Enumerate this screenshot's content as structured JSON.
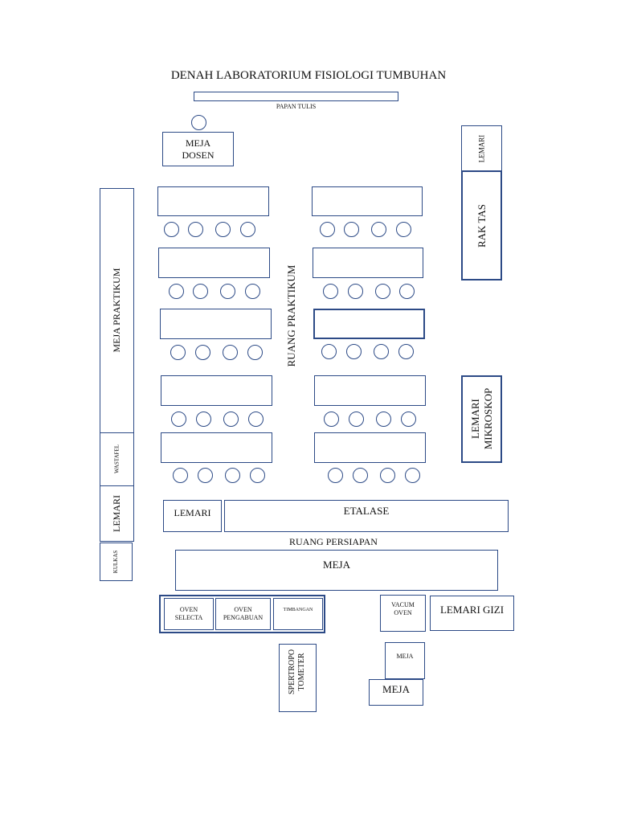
{
  "title": "DENAH LABORATORIUM FISIOLOGI TUMBUHAN",
  "labels": {
    "papan_tulis": "PAPAN TULIS",
    "meja_dosen": "MEJA\nDOSEN",
    "lemari_top": "LEMARI",
    "rak_tas": "RAK TAS",
    "meja_praktikum": "MEJA PRAKTIKUM",
    "ruang_praktikum": "RUANG PRAKTIKUM",
    "lemari_mikroskop": "LEMARI\nMIKROSKOP",
    "wastafel": "WASTAFEL",
    "lemari_left": "LEMARI",
    "kulkas": "KULKAS",
    "lemari_bottom": "LEMARI",
    "etalase": "ETALASE",
    "ruang_persiapan": "RUANG PERSIAPAN",
    "meja_persiapan": "MEJA",
    "oven_selecta": "OVEN\nSELECTA",
    "oven_pengabuan": "OVEN\nPENGABUAN",
    "timbangan": "TIMBANGAN",
    "vacum_oven": "VACUM\nOVEN",
    "lemari_gizi": "LEMARI GIZI",
    "spektrofotometer": "SPERTROPO\nTOMETER",
    "meja_small": "MEJA",
    "meja_bottom": "MEJA"
  }
}
